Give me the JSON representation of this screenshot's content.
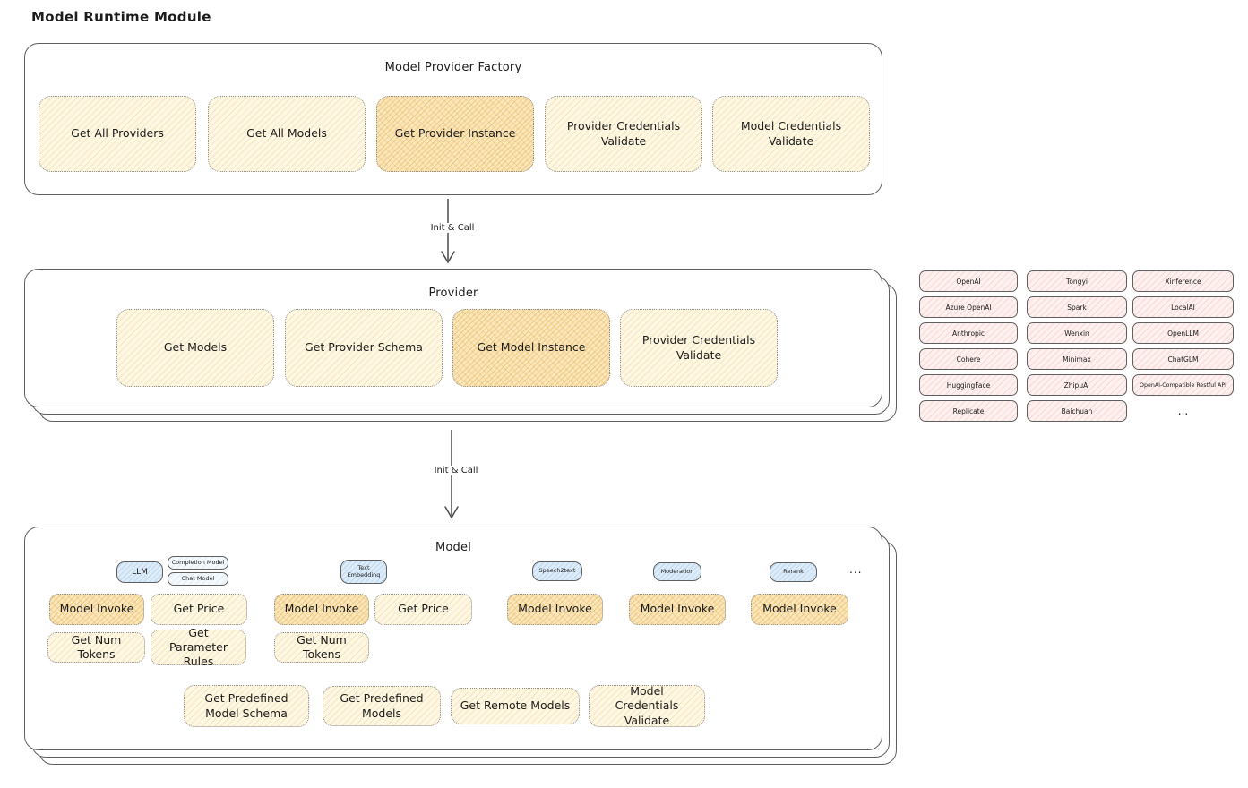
{
  "title": "Model Runtime Module",
  "colors": {
    "node_yellow": "#fdf7e3",
    "node_orange": "#f9e6bb",
    "provider_pink": "#fdf0ef",
    "tab_blue": "#ddecf8",
    "outline": "#5f5f5f"
  },
  "arrow1": {
    "label": "Init & Call"
  },
  "arrow2": {
    "label": "Init & Call"
  },
  "factory": {
    "title": "Model Provider Factory",
    "buttons": [
      {
        "label": "Get All Providers",
        "highlight": false
      },
      {
        "label": "Get All Models",
        "highlight": false
      },
      {
        "label": "Get Provider Instance",
        "highlight": true
      },
      {
        "label": "Provider Credentials Validate",
        "highlight": false
      },
      {
        "label": "Model Credentials Validate",
        "highlight": false
      }
    ]
  },
  "provider": {
    "title": "Provider",
    "buttons": [
      {
        "label": "Get Models",
        "highlight": false
      },
      {
        "label": "Get Provider Schema",
        "highlight": false
      },
      {
        "label": "Get Model Instance",
        "highlight": true
      },
      {
        "label": "Provider Credentials Validate",
        "highlight": false
      }
    ]
  },
  "providers_panel": {
    "columns": [
      [
        "OpenAI",
        "Azure OpenAI",
        "Anthropic",
        "Cohere",
        "HuggingFace",
        "Replicate"
      ],
      [
        "Tongyi",
        "Spark",
        "Wenxin",
        "Minimax",
        "ZhipuAI",
        "Baichuan"
      ],
      [
        "Xinference",
        "LocalAI",
        "OpenLLM",
        "ChatGLM",
        "OpenAI-Compatible Restful API"
      ]
    ],
    "more_label": "..."
  },
  "model": {
    "title": "Model",
    "tabs": [
      "LLM",
      "Completion Model",
      "Chat Model",
      "Text Embedding",
      "Speech2text",
      "Moderation",
      "Rerank"
    ],
    "tabs_more": "...",
    "groups": {
      "llm": {
        "row1": [
          "Model Invoke",
          "Get Price"
        ],
        "row2": [
          "Get Num Tokens",
          "Get Parameter Rules"
        ]
      },
      "text_embedding": {
        "row1": [
          "Model Invoke",
          "Get Price"
        ],
        "row2": [
          "Get Num Tokens"
        ]
      },
      "speech2text": {
        "row1": [
          "Model Invoke"
        ]
      },
      "moderation": {
        "row1": [
          "Model Invoke"
        ]
      },
      "rerank": {
        "row1": [
          "Model Invoke"
        ]
      }
    },
    "bottom_buttons": [
      "Get Predefined Model Schema",
      "Get Predefined Models",
      "Get Remote Models",
      "Model Credentials Validate"
    ]
  }
}
